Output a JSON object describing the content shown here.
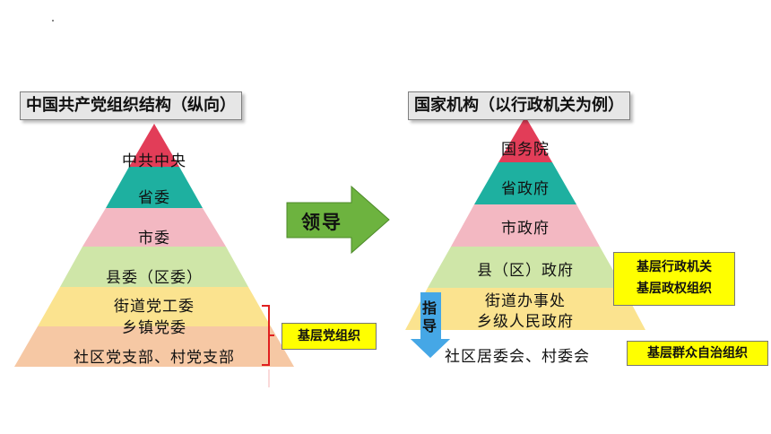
{
  "left": {
    "title": "中国共产党组织结构（纵向）",
    "levels": [
      "中共中央",
      "省委",
      "市委",
      "县委（区委）",
      "街道党工委",
      "乡镇党委",
      "社区党支部、村党支部"
    ],
    "group_label": "基层党组织"
  },
  "arrow_label": "领导",
  "right": {
    "title": "国家机构（以行政机关为例）",
    "levels": [
      "国务院",
      "省政府",
      "市政府",
      "县（区）政府",
      "街道办事处",
      "乡级人民政府"
    ],
    "grassroots_gov_line1": "基层行政机关",
    "grassroots_gov_line2": "基层政权组织",
    "guide_label": "指导",
    "bottom_text": "社区居委会、村委会",
    "self_gov_label": "基层群众自治组织"
  },
  "colors": {
    "red": "#e23d58",
    "teal": "#1eb0a0",
    "pink": "#f3b8c2",
    "green": "#cfe6a8",
    "yellow": "#fbe38f",
    "peach": "#f6c8a4",
    "arrow_green": "#6db33f",
    "arrow_blue": "#45a7e6"
  }
}
